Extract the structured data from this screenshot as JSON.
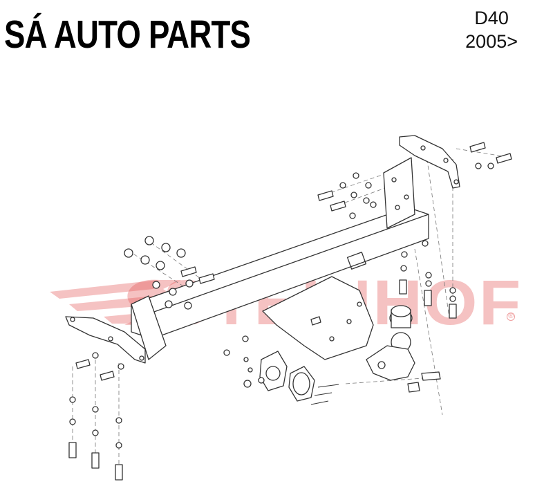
{
  "header": {
    "brand": "SÁ AUTO PARTS",
    "model": "D40",
    "year": "2005>"
  },
  "watermark": {
    "text": "STEINHOF",
    "reg_mark": "®",
    "color": "#e25050"
  },
  "diagram": {
    "subject": "tow bar assembly exploded view",
    "line_color": "#333333"
  }
}
